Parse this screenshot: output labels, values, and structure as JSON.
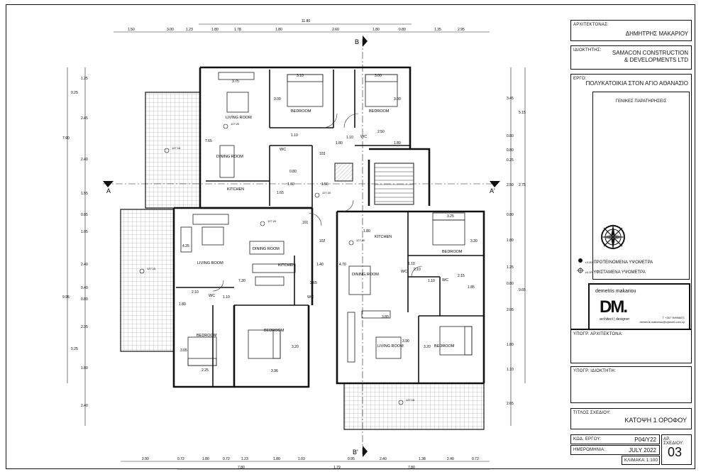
{
  "title_block": {
    "architect_label": "ΑΡΧΙΤΕΚΤΟΝΑΣ:",
    "architect_name": "ΔΗΜΗΤΡΗΣ ΜΑΚΑΡΙΟΥ",
    "owner_label": "ΙΔΙΟΚΤΗΤΗΣ:",
    "owner_line1": "SAMACON CONSTRUCTION",
    "owner_line2": "& DEVELOPMENTS LTD",
    "project_label": "ΕΡΓΟ:",
    "project_name": "ΠΟΛΥΚΑΤΟΙΚΙΑ ΣΤΟΝ ΑΓΙΟ ΑΘΑΝΑΣΙΟ",
    "notes_title": "ΓΕΝΙΚΕΣ ΠΑΡΑΤΗΡΗΣΕΙΣ",
    "legend_proposed_value": "±0.00",
    "legend_proposed": "ΠΡΟΤΕΙΝΟΜΕΝΑ ΥΨΟΜΕΤΡΑ",
    "legend_existing_value": "±0.00",
    "legend_existing": "ΥΦΙΣΤΑΜΕΝΑ ΥΨΟΜΕΤΡΑ",
    "firm_name": "demetris makariou",
    "firm_logo": "DM.",
    "firm_tagline": "architect | designer",
    "firm_phone": "T +357 99998871",
    "firm_email": "demetris.makariou@cytanet.com.cy",
    "architect_sign_label": "ΥΠΟΓΡ. ΑΡΧΙΤΕΚΤΟΝΑ:",
    "owner_sign_label": "ΥΠΟΓΡ. ΙΔΙΟΚΤΗΤΗ:",
    "drawing_title_label": "ΤΙΤΛΟΣ ΣΧΕΔΙΟΥ:",
    "drawing_title": "ΚΑΤΟΨΗ 1 ΟΡΟΦΟΥ",
    "project_code_label": "ΚΩΔ. ΕΡΓΟΥ:",
    "project_code": "P04/Y22",
    "date_label": "ΗΜΕΡΟΜΗΝΙΑ:",
    "date": "JULY 2022",
    "scale_label": "ΚΛΙΜΑΚΑ:",
    "scale": "1:100",
    "sheet_no_label": "ΑΡ. ΣΧΕΔΙΟΥ:",
    "sheet_no": "03"
  },
  "plan": {
    "section_b_top": "B",
    "section_b_bottom": "B'",
    "section_a_left": "A",
    "section_a_right": "A'",
    "top_total": "11.80",
    "top_dims": [
      "1.50",
      "3.00",
      "1.23",
      "1.80",
      "1.78",
      "1.80",
      "2.60",
      "1.80",
      "0.80",
      "1.35",
      "2.95"
    ],
    "bottom_dims": [
      "2.90",
      "0.72",
      "1.80",
      "0.72",
      "1.23",
      "1.80",
      "1.03",
      "0.95",
      "2.40",
      "1.38",
      "2.40",
      "0.72"
    ],
    "bottom_totals": [
      "7.80",
      "1.79",
      "7.80"
    ],
    "left_dims": [
      "1.25",
      "0.25",
      "2.45",
      "2.40",
      "1.55",
      "0.85",
      "1.05",
      "2.40",
      "0.40",
      "0.80",
      "2.35",
      "0.25",
      "1.80",
      "2.40"
    ],
    "left_totals": [
      "7.90",
      "9.95"
    ],
    "right_dims": [
      "3.45",
      "5.15",
      "0.80",
      "0.80",
      "0.25",
      "2.50",
      "2.75",
      "0.80",
      "1.80",
      "1.25",
      "0.80",
      "9.65",
      "2.05",
      "1.80",
      "1.10",
      "2.65"
    ],
    "rooms": {
      "living_tl": "LIVING ROOM",
      "bedroom_t1": "BEDROOM",
      "bedroom_t2": "BEDROOM",
      "dining_tl": "DINING ROOM",
      "kitchen_tl": "KITCHEN",
      "wc_t1": "WC",
      "wc_t2": "WC",
      "living_ml": "LIVING ROOM",
      "dining_ml": "DINING ROOM",
      "kitchen_ml": "KITCHEN",
      "wc_ml": "WC",
      "wc_ml2": "WC",
      "bedroom_bl1": "BEDROOM",
      "bedroom_bl2": "BEDROOM",
      "kitchen_mr": "KITCHEN",
      "dining_mr": "DINING ROOM",
      "bedroom_mr": "BEDROOM",
      "wc_mr1": "WC",
      "wc_mr2": "WC",
      "living_br": "LIVING ROOM",
      "bedroom_br": "BEDROOM"
    },
    "area_labels": [
      "127.20",
      "127.20",
      "127.20",
      "127.20",
      "127.15",
      "127.15",
      "127.15"
    ],
    "inner_dims": [
      "3.75",
      "3.10",
      "3.00",
      "3.00",
      "3.00",
      "7.65",
      "1.10",
      "1.10",
      "2.50",
      "1.80",
      "1.80",
      "1.60",
      "1.50",
      "0.80",
      "1.65",
      "103",
      "101",
      "102",
      "4.25",
      "7.30",
      "2.10",
      "1.10",
      "1.80",
      "3.05",
      "2.25",
      "3.36",
      "3.20",
      "1.40",
      "4.70",
      "2.65",
      "3.80",
      "3.90",
      "3.20",
      "3.25",
      "3.20",
      "1.10",
      "2.10",
      "1.10",
      "2.15",
      "1.85",
      "1.80"
    ]
  }
}
